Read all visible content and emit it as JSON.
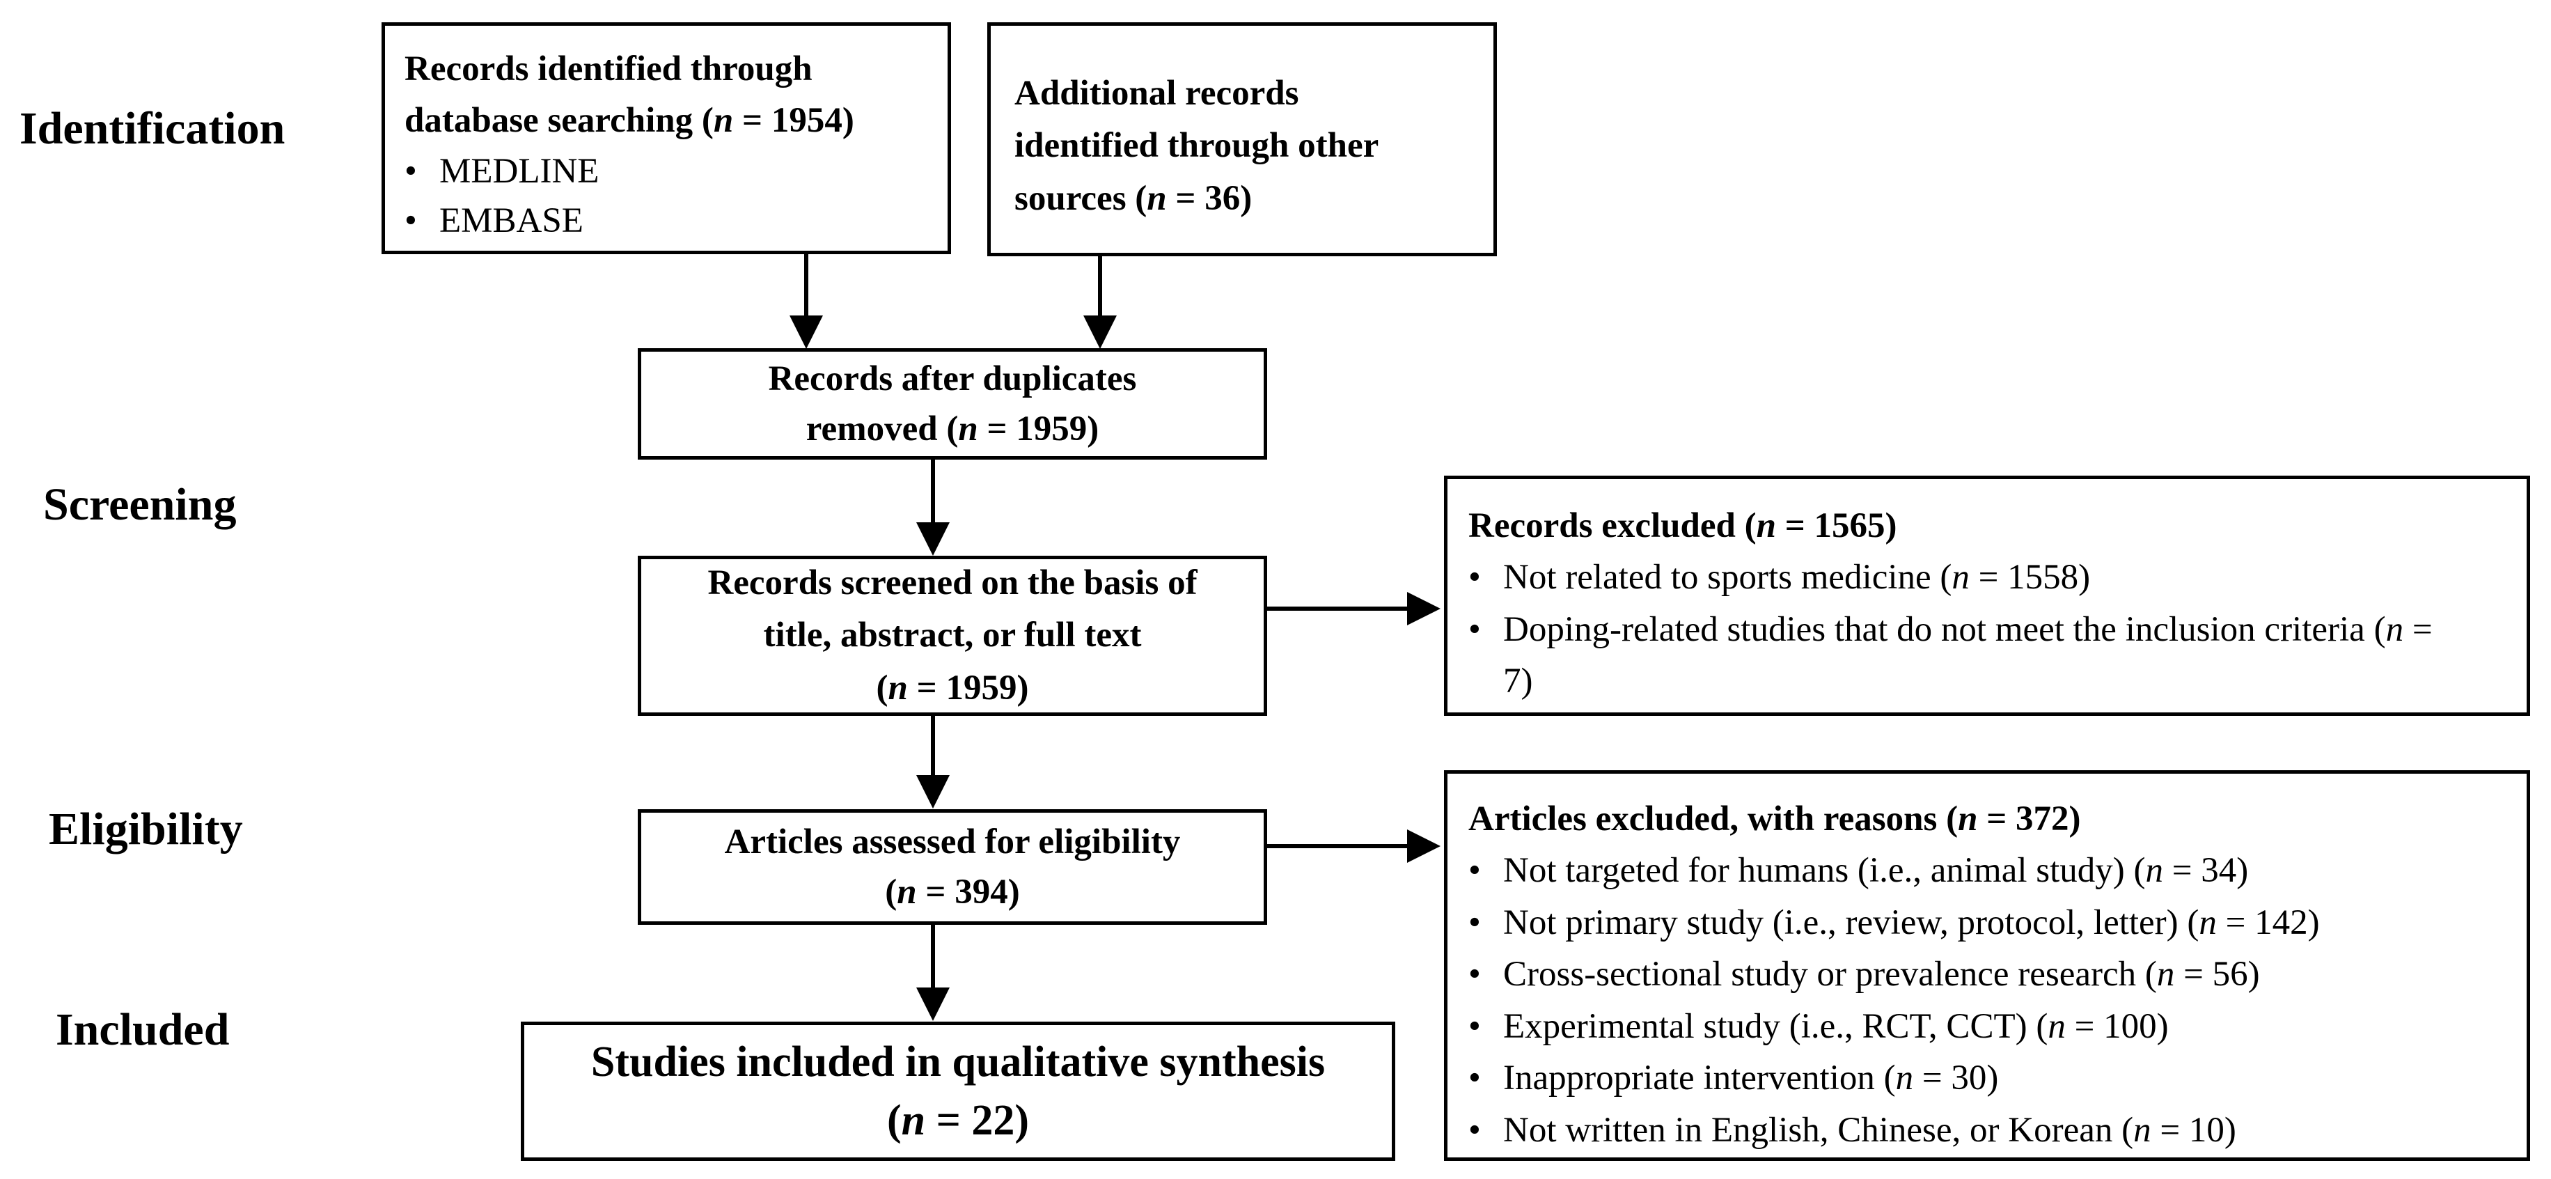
{
  "stages": {
    "identification": "Identification",
    "screening": "Screening",
    "eligibility": "Eligibility",
    "included": "Included"
  },
  "n_symbol": "n",
  "bullet_symbol": "•",
  "database_box": {
    "line1": "Records identified through",
    "line2_prefix": "database searching (",
    "line2_suffix": " = 1954)",
    "sources": [
      "MEDLINE",
      "EMBASE"
    ]
  },
  "other_sources_box": {
    "line1": "Additional records",
    "line2": "identified through other",
    "line3_prefix": "sources (",
    "line3_suffix": " = 36)"
  },
  "duplicates_box": {
    "line1": "Records after duplicates",
    "line2_prefix": "removed (",
    "line2_suffix": " = 1959)"
  },
  "screened_box": {
    "line1": "Records screened on the basis of",
    "line2": "title, abstract, or full text",
    "line3_prefix": "(",
    "line3_suffix": " = 1959)"
  },
  "records_excluded_box": {
    "head_prefix": "Records excluded (",
    "head_suffix": " = 1565)",
    "items": [
      {
        "text": "Not related to sports medicine (",
        "suffix": " = 1558)"
      },
      {
        "text": "Doping-related studies that do not meet the inclusion criteria (",
        "suffix": " = 7)"
      }
    ]
  },
  "eligibility_box": {
    "line1": "Articles assessed for eligibility",
    "line2_prefix": "(",
    "line2_suffix": " = 394)"
  },
  "articles_excluded_box": {
    "head_prefix": "Articles excluded, with reasons (",
    "head_suffix": " = 372)",
    "items": [
      {
        "text": "Not targeted for humans (i.e., animal study) (",
        "suffix": " = 34)"
      },
      {
        "text": "Not primary study (i.e., review, protocol, letter) (",
        "suffix": " = 142)"
      },
      {
        "text": "Cross-sectional study or prevalence research (",
        "suffix": " = 56)"
      },
      {
        "text": "Experimental study (i.e., RCT, CCT) (",
        "suffix": " = 100)"
      },
      {
        "text": "Inappropriate intervention (",
        "suffix": " = 30)"
      },
      {
        "text": "Not written in English, Chinese, or Korean (",
        "suffix": " = 10)"
      }
    ]
  },
  "included_box": {
    "line1": "Studies included in qualitative synthesis",
    "line2_prefix": "(",
    "line2_suffix": " = 22)"
  }
}
